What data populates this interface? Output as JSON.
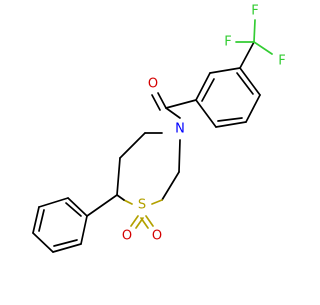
{
  "molecule": {
    "atoms": {
      "carbonyl_o": {
        "label": "O",
        "color": "#d40000"
      },
      "ring_n": {
        "label": "N",
        "color": "#0000ff"
      },
      "ring_s": {
        "label": "S",
        "color": "#b3a100"
      },
      "sulfonyl_o1": {
        "label": "O",
        "color": "#d40000"
      },
      "sulfonyl_o2": {
        "label": "O",
        "color": "#d40000"
      },
      "fluorine_top": {
        "label": "F",
        "color": "#33cc33"
      },
      "fluorine_left": {
        "label": "F",
        "color": "#33cc33"
      },
      "fluorine_right": {
        "label": "F",
        "color": "#33cc33"
      }
    }
  }
}
